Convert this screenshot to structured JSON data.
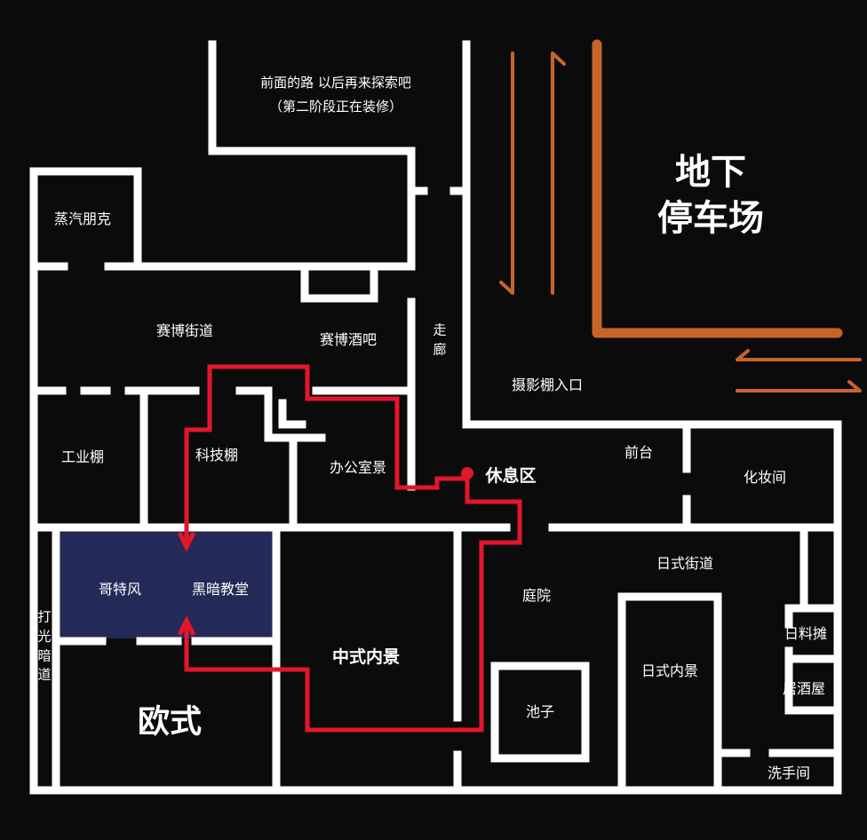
{
  "colors": {
    "background": "#0b0b0c",
    "walls": "#ffffff",
    "route": "#e4162c",
    "parking_arrows": "#c8642a",
    "highlight_room": "#232a58"
  },
  "notice": {
    "line1": "前面的路 以后再来探索吧",
    "line2": "（第二阶段正在装修）"
  },
  "parking": {
    "line1": "地下",
    "line2": "停车场"
  },
  "rooms": {
    "steampunk": "蒸汽朋克",
    "cyber_street": "赛博街道",
    "cyber_bar": "赛博酒吧",
    "corridor": "走\n廊",
    "studio_entrance": "摄影棚入口",
    "industrial": "工业棚",
    "tech_studio": "科技棚",
    "office": "办公室景",
    "rest_area": "休息区",
    "front_desk": "前台",
    "makeup_room": "化妆间",
    "gothic": "哥特风",
    "dark_church": "黑暗教堂",
    "courtyard": "庭院",
    "japanese_street": "日式街道",
    "lighting_passage": "打\n光\n暗\n道",
    "chinese_interior": "中式内景",
    "japanese_interior": "日式内景",
    "japanese_food_stall": "日料摊",
    "izakaya": "居酒屋",
    "european": "欧式",
    "pond": "池子",
    "restroom": "洗手间"
  }
}
